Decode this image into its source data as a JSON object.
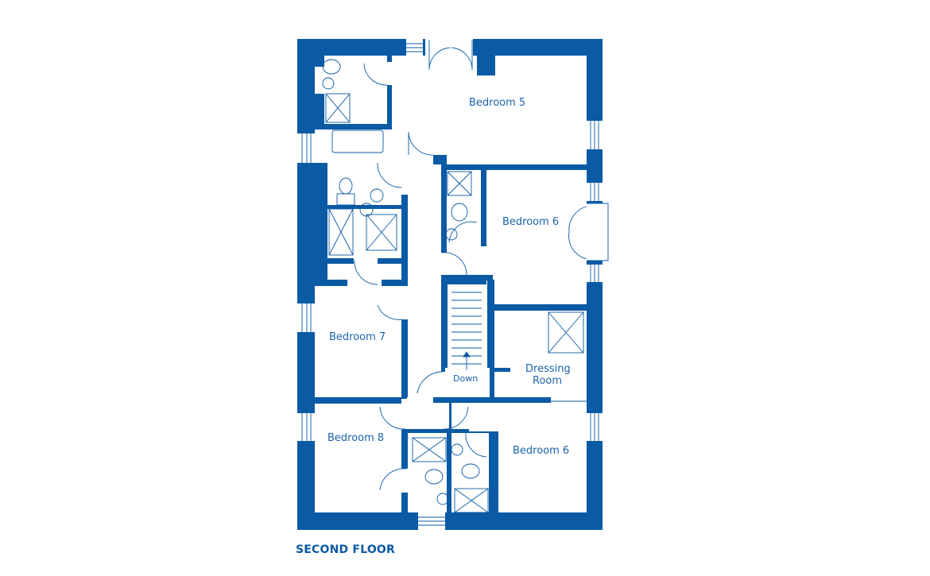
{
  "plan": {
    "title": "SECOND FLOOR",
    "wall_color": "#0a5aa5",
    "rooms": {
      "bedroom5": "Bedroom 5",
      "bedroom6_upper": "Bedroom 6",
      "bedroom7": "Bedroom 7",
      "dressing_line1": "Dressing",
      "dressing_line2": "Room",
      "bedroom8": "Bedroom 8",
      "bedroom6_lower": "Bedroom 6"
    },
    "stairs_label": "Down"
  }
}
